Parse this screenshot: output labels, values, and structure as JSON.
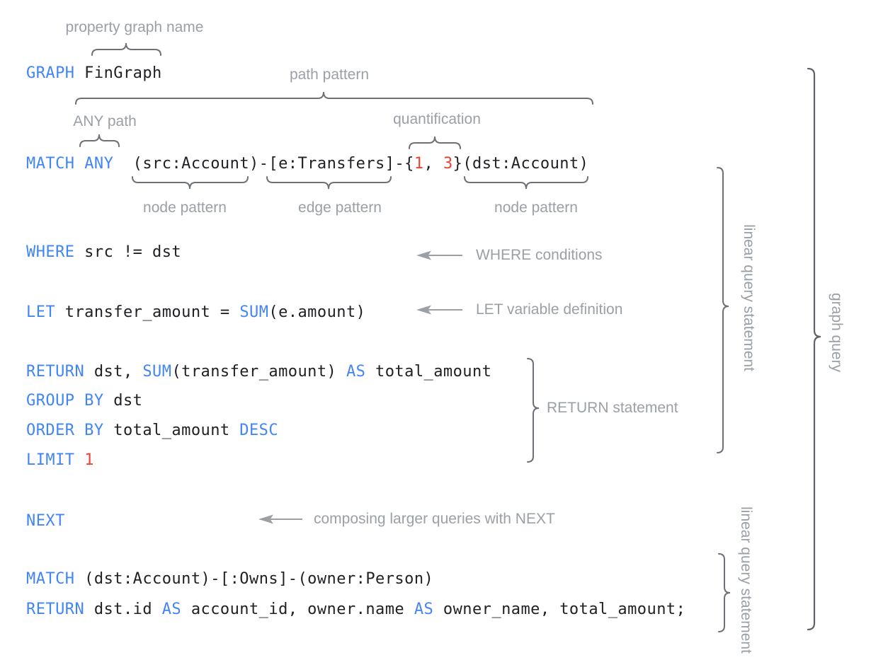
{
  "title": "GQL graph query syntax diagram",
  "colors": {
    "keyword": "#4285f4",
    "code_text": "#202124",
    "number": "#ea4335",
    "annotation": "#9aa0a6",
    "brace": "#6d7175",
    "bracket": "#5f6368",
    "background": "#ffffff"
  },
  "code": {
    "graph": [
      "GRAPH",
      " FinGraph"
    ],
    "match1": [
      "MATCH",
      " ",
      "ANY",
      "  (src:Account)-[e:Transfers]-{",
      "1",
      ", ",
      "3",
      "}(dst:Account)"
    ],
    "where": [
      "WHERE",
      " src != dst"
    ],
    "let": [
      "LET",
      " transfer_amount = ",
      "SUM",
      "(e.amount)"
    ],
    "return1": [
      "RETURN",
      " dst, ",
      "SUM",
      "(transfer_amount) ",
      "AS",
      " total_amount"
    ],
    "group": [
      "GROUP BY",
      " dst"
    ],
    "order": [
      "ORDER BY",
      " total_amount ",
      "DESC"
    ],
    "limit": [
      "LIMIT",
      " ",
      "1"
    ],
    "next": [
      "NEXT"
    ],
    "match2": [
      "MATCH",
      " (dst:Account)-[:Owns]-(owner:Person)"
    ],
    "return2": [
      "RETURN",
      " dst.id ",
      "AS",
      " account_id, owner.name ",
      "AS",
      " owner_name, total_amount;"
    ]
  },
  "annotations": {
    "property_graph_name": "property graph name",
    "path_pattern": "path pattern",
    "any_path": "ANY path",
    "quantification": "quantification",
    "node_pattern_left": "node pattern",
    "edge_pattern": "edge pattern",
    "node_pattern_right": "node pattern",
    "where_conditions": "WHERE conditions",
    "let_variable_definition": "LET variable definition",
    "return_statement": "RETURN statement",
    "composing_next": "composing larger queries with NEXT",
    "linear_query_statement_top": "linear query statement",
    "linear_query_statement_bottom": "linear query statement",
    "graph_query": "graph query"
  }
}
